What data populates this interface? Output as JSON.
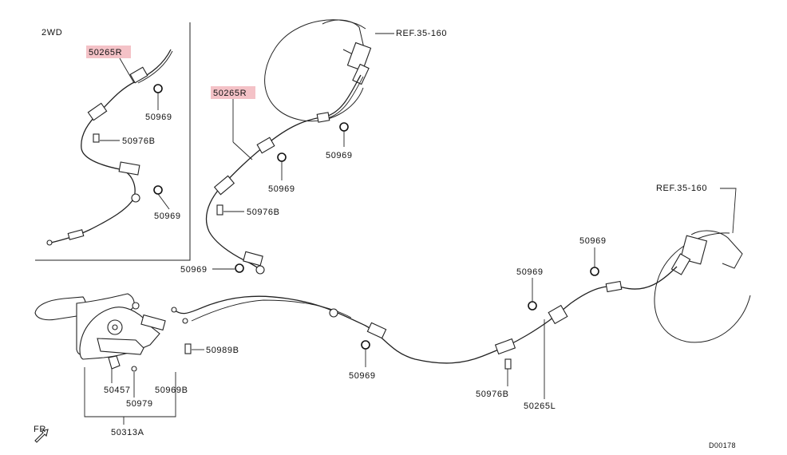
{
  "inset_label": "2WD",
  "highlight_color": "#f4c2c7",
  "callouts": {
    "inset_cable_r": "50265R",
    "inset_nut_upper": "50969",
    "inset_bolt": "50976B",
    "inset_nut_lower": "50969",
    "ref_upper": "REF.35-160",
    "main_cable_r": "50265R",
    "nut_upper": "50969",
    "nut_mid": "50969",
    "bolt_mid": "50976B",
    "nut_left": "50969",
    "ref_right": "REF.35-160",
    "nut_right_top": "50969",
    "nut_right": "50969",
    "bolt_lever": "50989B",
    "nut_center_low": "50969",
    "part_50457": "50457",
    "part_50969b": "50969B",
    "part_50979": "50979",
    "bolt_right_low": "50976B",
    "cable_l": "50265L",
    "assembly": "50313A"
  },
  "direction_label": "FR",
  "diagram_id": "D00178"
}
